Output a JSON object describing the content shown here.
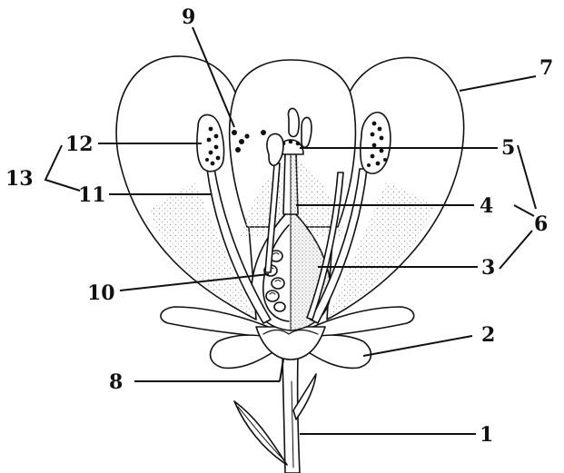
{
  "labels": {
    "l1": "1",
    "l2": "2",
    "l3": "3",
    "l4": "4",
    "l5": "5",
    "l6": "6",
    "l7": "7",
    "l8": "8",
    "l9": "9",
    "l10": "10",
    "l11": "11",
    "l12": "12",
    "l13": "13"
  },
  "colors": {
    "ink": "#111111",
    "paper": "#ffffff",
    "stipple": "#9a9a9a"
  }
}
